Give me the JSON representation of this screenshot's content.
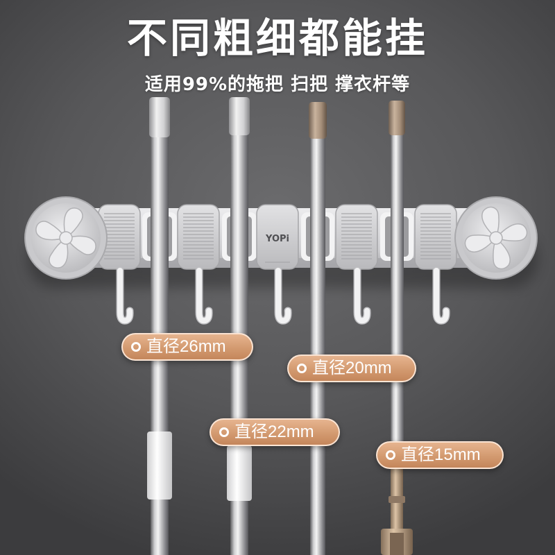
{
  "headline": {
    "title": "不同粗细都能挂",
    "subtitle": "适用99%的拖把 扫把 撑衣杆等"
  },
  "product": {
    "logo": "YOPi"
  },
  "labels": [
    {
      "text": "直径26mm"
    },
    {
      "text": "直径20mm"
    },
    {
      "text": "直径22mm"
    },
    {
      "text": "直径15mm"
    }
  ],
  "colors": {
    "background": "#575759",
    "label_accent": "#d39a70",
    "holder": "#dcdcde",
    "metal_pole": "#c8c8ca",
    "wood_tone": "#c7b19c"
  }
}
